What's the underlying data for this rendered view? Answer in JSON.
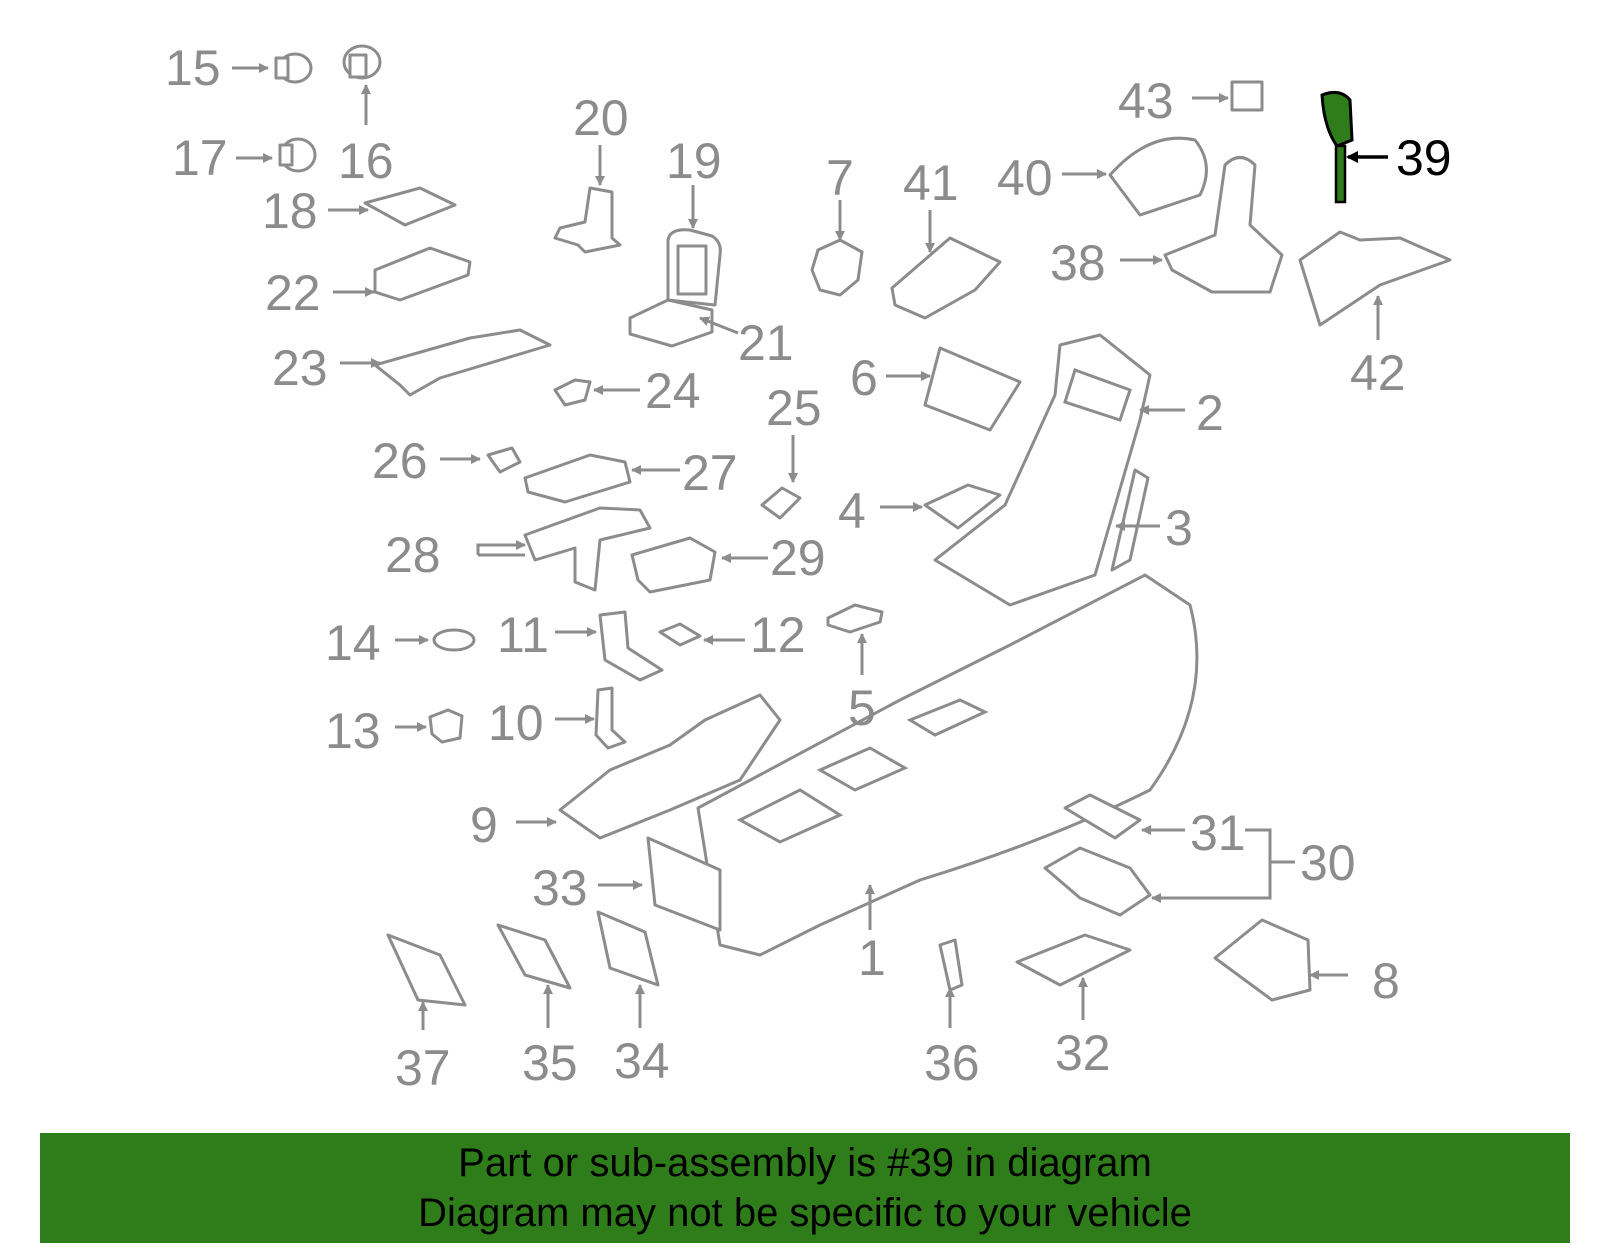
{
  "highlighted_part": "39",
  "highlight_color": "#2e7d1a",
  "label_color": "#8c8c8c",
  "banner": {
    "line1": "Part or sub-assembly is #39 in diagram",
    "line2": "Diagram may not be specific to your vehicle",
    "background": "#2e7d1a"
  },
  "callouts": [
    "1",
    "2",
    "3",
    "4",
    "5",
    "6",
    "7",
    "8",
    "9",
    "10",
    "11",
    "12",
    "13",
    "14",
    "15",
    "16",
    "17",
    "18",
    "19",
    "20",
    "21",
    "22",
    "23",
    "24",
    "25",
    "26",
    "27",
    "28",
    "29",
    "30",
    "31",
    "32",
    "33",
    "34",
    "35",
    "36",
    "37",
    "38",
    "39",
    "40",
    "41",
    "42",
    "43"
  ]
}
